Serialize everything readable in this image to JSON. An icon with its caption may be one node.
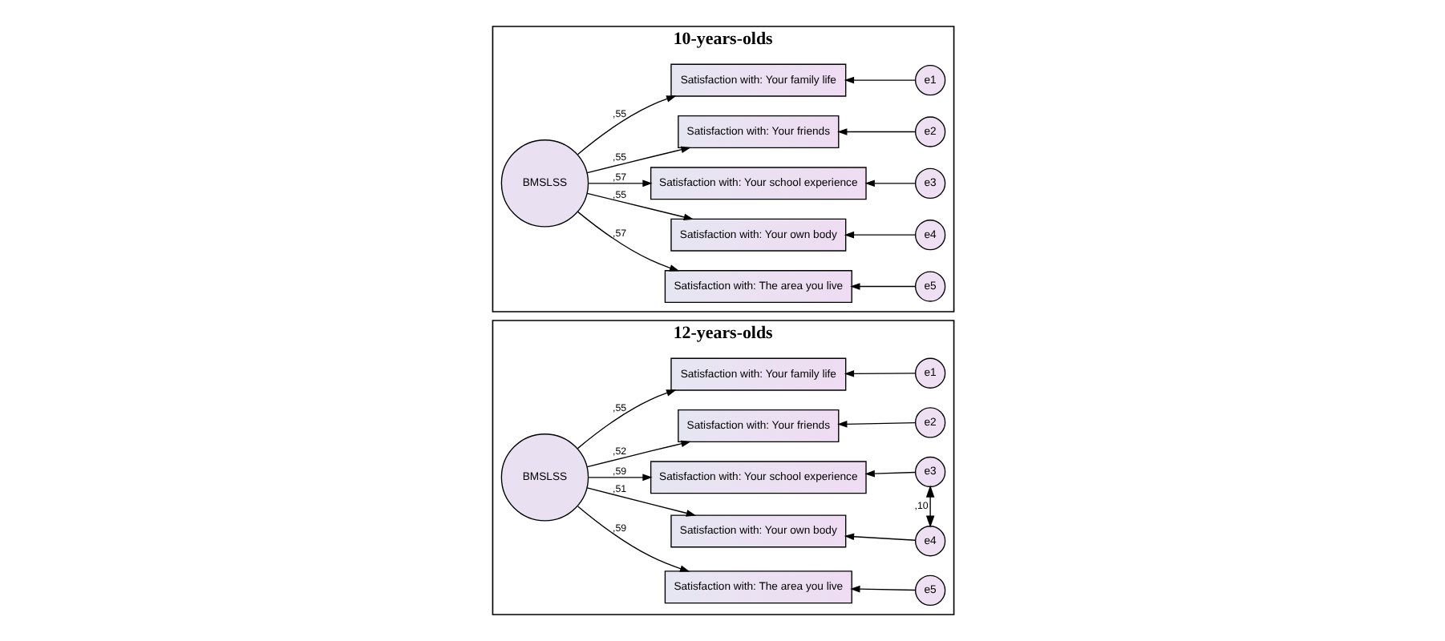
{
  "diagram": {
    "nodes": [
      {
        "text": [
          "10-years-olds"
        ]
      },
      {
        "text": [
          "BMSLSS"
        ],
        "in": 0
      },
      {
        "text": [
          "Satisfaction with: Your family life"
        ],
        "in": 0
      },
      {
        "text": [
          "Satisfaction with: Your friends"
        ],
        "in": 0
      },
      {
        "text": [
          "Satisfaction with: Your school experience"
        ],
        "in": 0
      },
      {
        "text": [
          "Satisfaction with: Your own body"
        ],
        "in": 0
      },
      {
        "text": [
          "Satisfaction with: The area you live"
        ],
        "in": 0
      },
      {
        "text": [
          "e1"
        ],
        "in": 0
      },
      {
        "text": [
          "e2"
        ],
        "in": 0
      },
      {
        "text": [
          "e3"
        ],
        "in": 0
      },
      {
        "text": [
          "e4"
        ],
        "in": 0
      },
      {
        "text": [
          "e5"
        ],
        "in": 0
      },
      {
        "text": [
          "12-years-olds"
        ]
      },
      {
        "text": [
          "BMSLSS"
        ],
        "in": 12
      },
      {
        "text": [
          "Satisfaction with: Your family life"
        ],
        "in": 12
      },
      {
        "text": [
          "Satisfaction with: Your friends"
        ],
        "in": 12
      },
      {
        "text": [
          "Satisfaction with: Your school experience"
        ],
        "in": 12
      },
      {
        "text": [
          "Satisfaction with: Your own body"
        ],
        "in": 12
      },
      {
        "text": [
          "Satisfaction with: The area you live"
        ],
        "in": 12
      },
      {
        "text": [
          "e1"
        ],
        "in": 12
      },
      {
        "text": [
          "e2"
        ],
        "in": 12
      },
      {
        "text": [
          "e3"
        ],
        "in": 12
      },
      {
        "text": [
          "e4"
        ],
        "in": 12
      },
      {
        "text": [
          "e5"
        ],
        "in": 12
      }
    ],
    "edges": [
      {
        "from": 1,
        "to": 2,
        "arrow": "to",
        "label": ",55"
      },
      {
        "from": 1,
        "to": 3,
        "arrow": "to",
        "label": ",55"
      },
      {
        "from": 1,
        "to": 4,
        "arrow": "to",
        "label": ",57"
      },
      {
        "from": 1,
        "to": 5,
        "arrow": "to",
        "label": ",55"
      },
      {
        "from": 1,
        "to": 6,
        "arrow": "to",
        "label": ",57"
      },
      {
        "from": 7,
        "to": 2,
        "arrow": "to"
      },
      {
        "from": 8,
        "to": 3,
        "arrow": "to"
      },
      {
        "from": 9,
        "to": 4,
        "arrow": "to"
      },
      {
        "from": 10,
        "to": 5,
        "arrow": "to"
      },
      {
        "from": 11,
        "to": 6,
        "arrow": "to"
      },
      {
        "from": 13,
        "to": 14,
        "arrow": "to",
        "label": ",55"
      },
      {
        "from": 13,
        "to": 15,
        "arrow": "to",
        "label": ",52"
      },
      {
        "from": 13,
        "to": 16,
        "arrow": "to",
        "label": ",59"
      },
      {
        "from": 13,
        "to": 17,
        "arrow": "to",
        "label": ",51"
      },
      {
        "from": 13,
        "to": 18,
        "arrow": "to",
        "label": ",59"
      },
      {
        "from": 19,
        "to": 14,
        "arrow": "to"
      },
      {
        "from": 20,
        "to": 15,
        "arrow": "to"
      },
      {
        "from": 21,
        "to": 16,
        "arrow": "to"
      },
      {
        "from": 22,
        "to": 17,
        "arrow": "to"
      },
      {
        "from": 23,
        "to": 18,
        "arrow": "to"
      },
      {
        "from": 21,
        "to": 22,
        "arrow": "both",
        "label": ",10"
      }
    ]
  }
}
